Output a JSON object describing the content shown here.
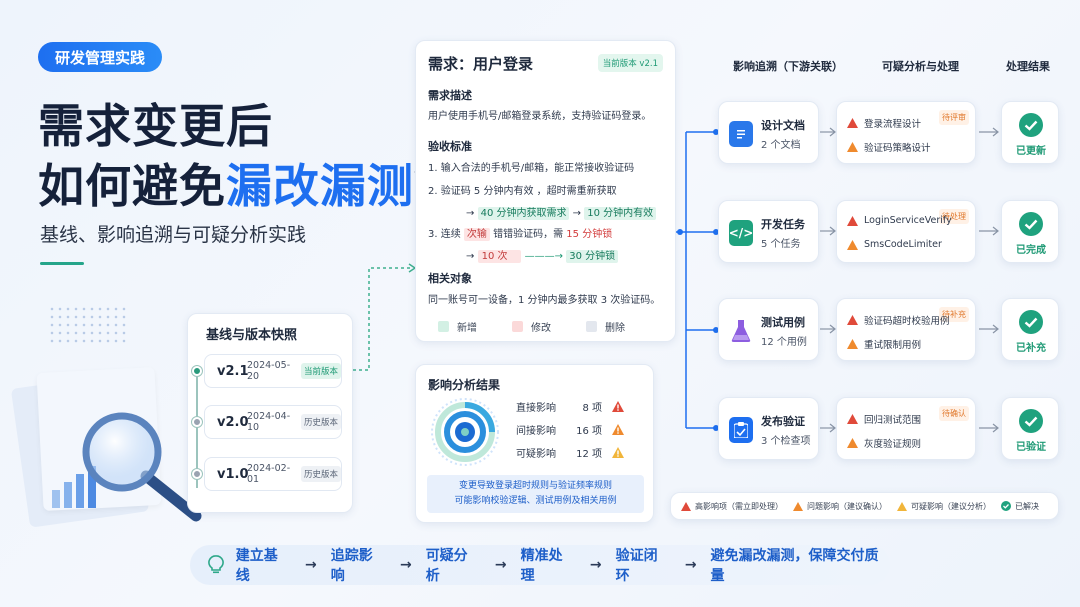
{
  "tag": "研发管理实践",
  "title_line1": "需求变更后",
  "title_line2_pre": "如何避免",
  "title_line2_hl": "漏改漏测",
  "title_line2_post": "？",
  "subtitle": "基线、影响追溯与可疑分析实践",
  "baseline": {
    "title": "基线与版本快照",
    "versions": [
      {
        "v": "v2.1",
        "date": "2024-05-20",
        "badge": "当前版本"
      },
      {
        "v": "v2.0",
        "date": "2024-04-10",
        "badge": "历史版本"
      },
      {
        "v": "v1.0",
        "date": "2024-02-01",
        "badge": "历史版本"
      }
    ]
  },
  "requirement": {
    "title": "需求：用户登录",
    "badge": "当前版本 v2.1",
    "desc_title": "需求描述",
    "desc": "用户使用手机号/邮箱登录系统，支持验证码登录。",
    "criteria_title": "验收标准",
    "c1": "1.  输入合法的手机号/邮箱，能正常接收验证码",
    "c2a": "2.  验证码 5 分钟内有效    ，超时需重新获取",
    "c2_arrow": "→",
    "c2_new1": "40 分钟内获取需求",
    "c2_arrow2": "→",
    "c2_new2": "10 分钟内有效",
    "c3a": "3.  连续",
    "c3_del": "次输",
    "c3b": "错错验证码，需",
    "c3_red": "15 分钟锁",
    "c3_arrow": "→",
    "c3_old": "10 次",
    "c3_arrow2": "———→",
    "c3_new": "30 分钟锁",
    "obj_title": "相关对象",
    "obj": "同一账号可一设备，1 分钟内最多获取 3 次验证码。",
    "legend": [
      "新增",
      "修改",
      "删除"
    ]
  },
  "impact": {
    "title": "影响分析结果",
    "rows": [
      {
        "label": "直接影响",
        "num": "8 项"
      },
      {
        "label": "间接影响",
        "num": "16 项"
      },
      {
        "label": "可疑影响",
        "num": "12 项"
      }
    ],
    "note1": "变更导致登录超时规则与验证频率规则",
    "note2": "可能影响校验逻辑、测试用例及相关用例"
  },
  "headers": {
    "trace": "影响追溯（下游关联）",
    "suspect": "可疑分析与处理",
    "result": "处理结果"
  },
  "artifacts": [
    {
      "title": "设计文档",
      "sub": "2 个文档",
      "icon": "document-icon"
    },
    {
      "title": "开发任务",
      "sub": "5 个任务",
      "icon": "code-icon"
    },
    {
      "title": "测试用例",
      "sub": "12 个用例",
      "icon": "flask-icon"
    },
    {
      "title": "发布验证",
      "sub": "3 个检查项",
      "icon": "clipboard-icon"
    }
  ],
  "suspects": [
    {
      "r1": "登录流程设计",
      "r2": "验证码策略设计",
      "badge": "待评审"
    },
    {
      "r1": "LoginServiceVerify",
      "r2": "SmsCodeLimiter",
      "badge": "待处理"
    },
    {
      "r1": "验证码超时校验用例",
      "r2": "重试限制用例",
      "badge": "待补充"
    },
    {
      "r1": "回归测试范围",
      "r2": "灰度验证规则",
      "badge": "待确认"
    }
  ],
  "results": [
    "已更新",
    "已完成",
    "已补充",
    "已验证"
  ],
  "legend2": [
    "高影响项（需立即处理）",
    "问题影响（建议确认）",
    "可疑影响（建议分析）",
    "已解决"
  ],
  "bottom": [
    "建立基线",
    "追踪影响",
    "可疑分析",
    "精准处理",
    "验证闭环",
    "避免漏改漏测，保障交付质量"
  ],
  "arrow": "→",
  "colors": {
    "primary": "#1e6ff0",
    "green": "#1f9a75",
    "red": "#d23a3a",
    "orange": "#e9a23b"
  }
}
